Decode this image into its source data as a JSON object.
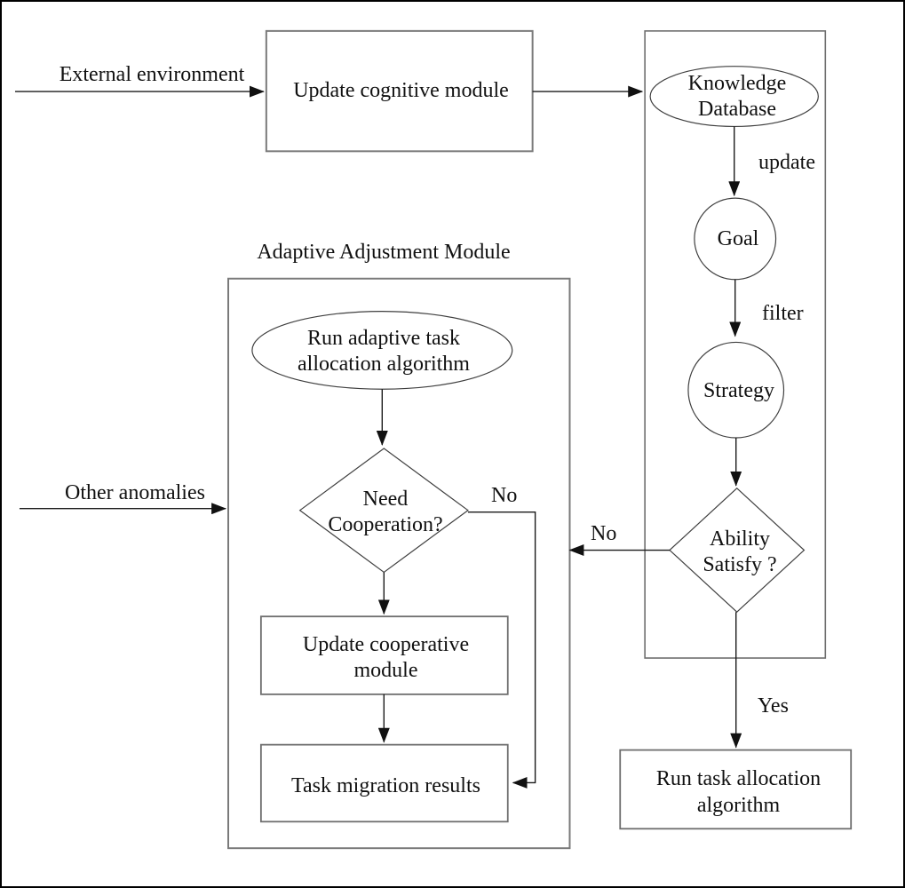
{
  "diagram": {
    "module_title": "Adaptive Adjustment Module",
    "colors": {
      "background": "#ffffff",
      "flow_line": "#1a1a1a",
      "box_stroke": "#7a7a7a",
      "shape_stroke": "#3f3f3f",
      "text": "#111111"
    },
    "nodes": {
      "update_cognitive_module": {
        "shape": "rectangle",
        "label": "Update cognitive module"
      },
      "knowledge_database": {
        "shape": "ellipse",
        "line1": "Knowledge",
        "line2": "Database"
      },
      "goal": {
        "shape": "circle",
        "label": "Goal"
      },
      "strategy": {
        "shape": "circle",
        "label": "Strategy"
      },
      "ability_satisfy": {
        "shape": "diamond",
        "line1": "Ability",
        "line2": "Satisfy ?"
      },
      "run_adaptive_task": {
        "shape": "ellipse",
        "line1": "Run adaptive task",
        "line2": "allocation algorithm"
      },
      "need_cooperation": {
        "shape": "diamond",
        "line1": "Need",
        "line2": "Cooperation?"
      },
      "update_cooperative_module": {
        "shape": "rectangle",
        "line1": "Update cooperative",
        "line2": "module"
      },
      "task_migration_results": {
        "shape": "rectangle",
        "label": "Task migration results"
      },
      "run_task_allocation": {
        "shape": "rectangle",
        "line1": "Run task allocation",
        "line2": "algorithm"
      }
    },
    "edge_labels": {
      "external_environment": "External environment",
      "other_anomalies": "Other anomalies",
      "update": "update",
      "filter": "filter",
      "ability_no": "No",
      "ability_yes": "Yes",
      "cooperation_no": "No"
    }
  }
}
